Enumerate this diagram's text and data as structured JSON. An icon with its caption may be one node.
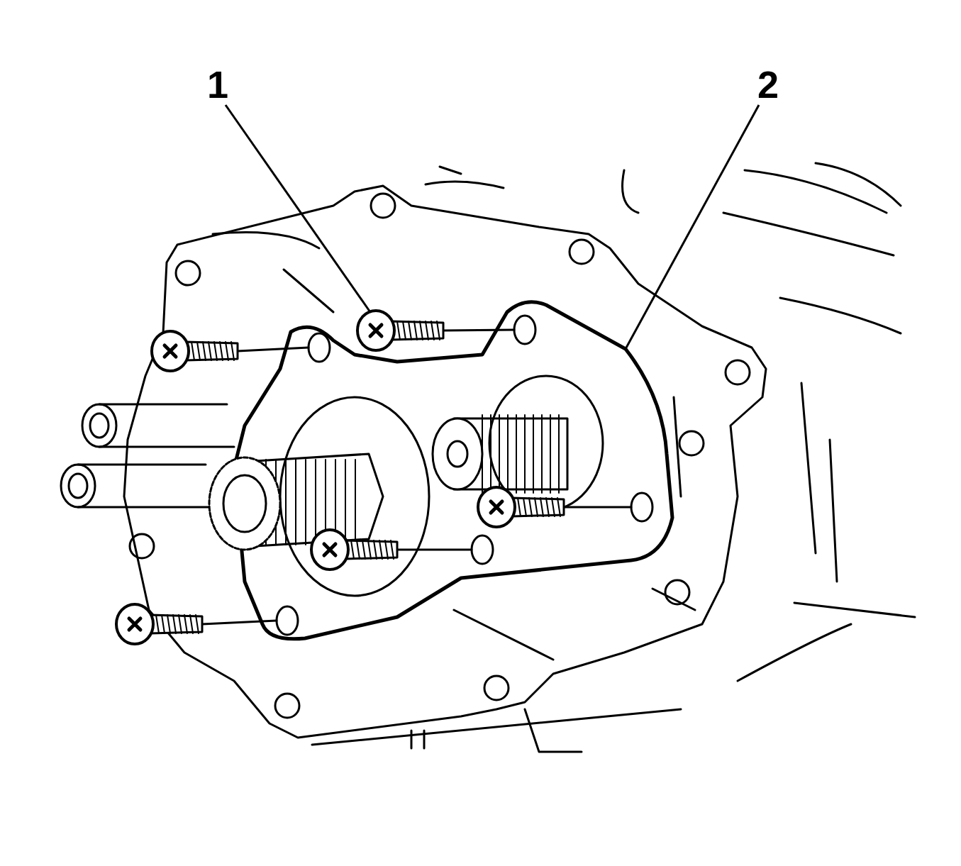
{
  "diagram": {
    "nodes": [
      {
        "text": [
          "1"
        ]
      },
      {
        "text": [],
        "shape": "picture"
      },
      {
        "text": [
          "2"
        ]
      },
      {
        "text": [],
        "shape": "picture"
      }
    ],
    "edges": [
      {
        "from": 0,
        "to": 1,
        "arrow": "none"
      },
      {
        "from": 2,
        "to": 3,
        "arrow": "none"
      }
    ]
  }
}
